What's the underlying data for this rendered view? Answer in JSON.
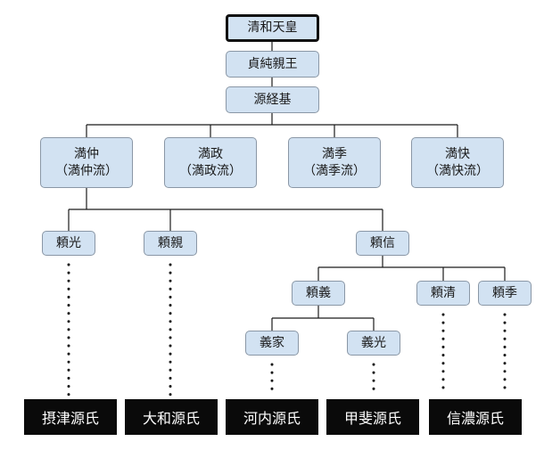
{
  "colors": {
    "box_fill": "#d2e2f2",
    "box_border": "#8a97a6",
    "clan_fill": "#0a0a0a",
    "clan_text": "#ffffff",
    "line": "#1a1a1a"
  },
  "nodes": {
    "seiwa": "清和天皇",
    "sadazumi": "貞純親王",
    "tsunemoto": "源経基",
    "mitsunaka": {
      "name": "満仲",
      "lineage": "（満仲流）"
    },
    "mitsumasa": {
      "name": "満政",
      "lineage": "（満政流）"
    },
    "mitsusue": {
      "name": "満季",
      "lineage": "（満季流）"
    },
    "mitsuyoshi": {
      "name": "満快",
      "lineage": "（満快流）"
    },
    "yorimitsu": "頼光",
    "yorichika": "頼親",
    "yorinobu": "頼信",
    "yoriyoshi": "頼義",
    "yorikiyo": "頼清",
    "yorisue": "頼季",
    "yoshiie": "義家",
    "yoshimitsu": "義光"
  },
  "clans": {
    "settsu": "摂津源氏",
    "yamato": "大和源氏",
    "kawachi": "河内源氏",
    "kai": "甲斐源氏",
    "shinano": "信濃源氏"
  }
}
